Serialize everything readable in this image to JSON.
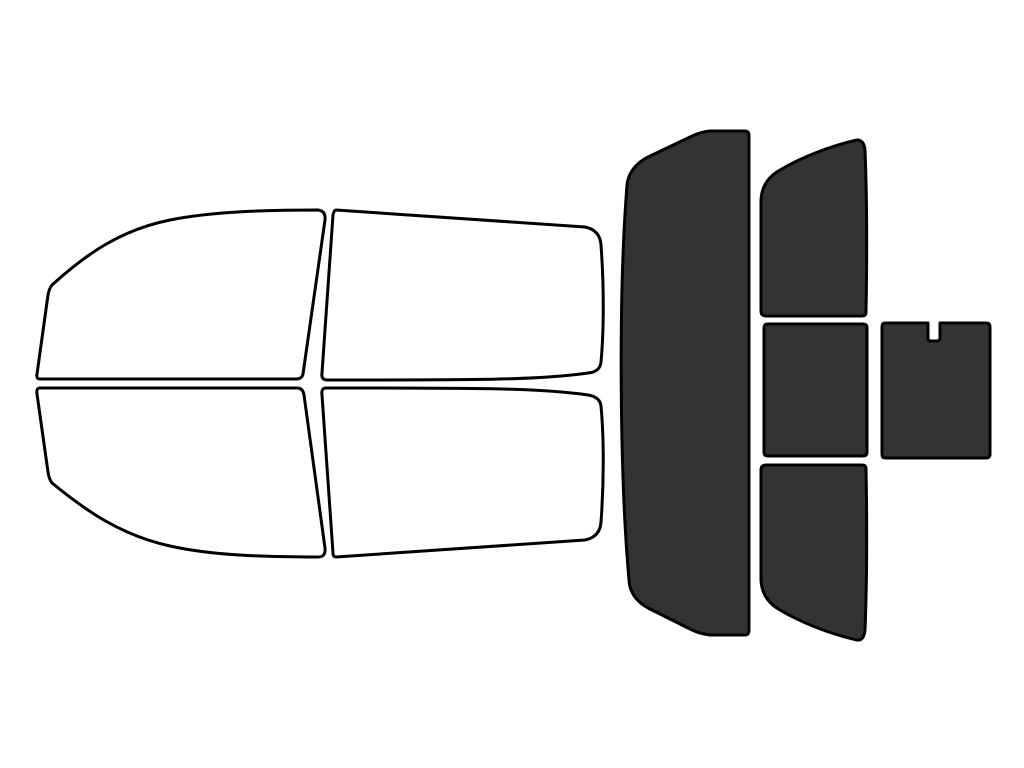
{
  "diagram": {
    "colors": {
      "background": "#ffffff",
      "outline": "#000000",
      "untinted": "#ffffff",
      "tinted": "#333333"
    },
    "panes": [
      {
        "name": "front-left-window",
        "tinted": false
      },
      {
        "name": "front-right-window",
        "tinted": false
      },
      {
        "name": "rear-left-window",
        "tinted": false
      },
      {
        "name": "rear-right-window",
        "tinted": false
      },
      {
        "name": "windshield-strip",
        "tinted": true
      },
      {
        "name": "rear-window-upper",
        "tinted": true
      },
      {
        "name": "rear-window-center",
        "tinted": true
      },
      {
        "name": "rear-window-lower",
        "tinted": true
      },
      {
        "name": "sliding-rear-window",
        "tinted": true
      }
    ]
  }
}
